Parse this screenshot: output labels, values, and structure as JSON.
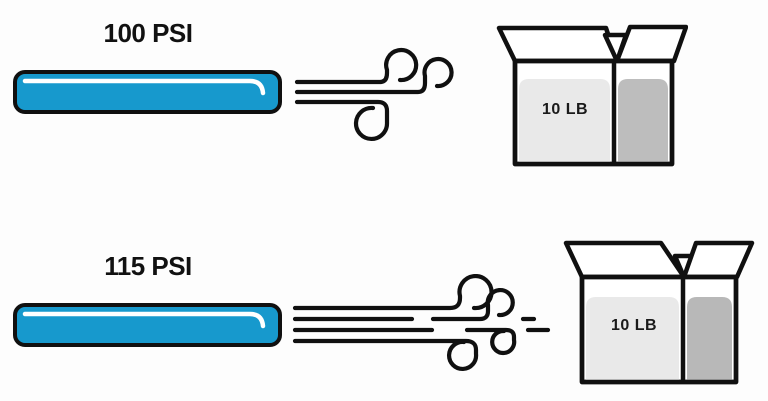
{
  "diagram": {
    "title_implicit": "Air pressure comparison",
    "colors": {
      "bar_blue": "#1799CD",
      "outline_black": "#101010",
      "box_fill_light": "#E9E9E9",
      "box_fill_dark": "#BDBDBD",
      "highlight_white": "#FFFFFF",
      "background": "#FDFDFD"
    },
    "scenario_low": {
      "pressure_label": "100 PSI",
      "box_weight_label": "10 LB",
      "wind_strength": "weak"
    },
    "scenario_high": {
      "pressure_label": "115 PSI",
      "box_weight_label": "10 LB",
      "wind_strength": "strong"
    }
  }
}
